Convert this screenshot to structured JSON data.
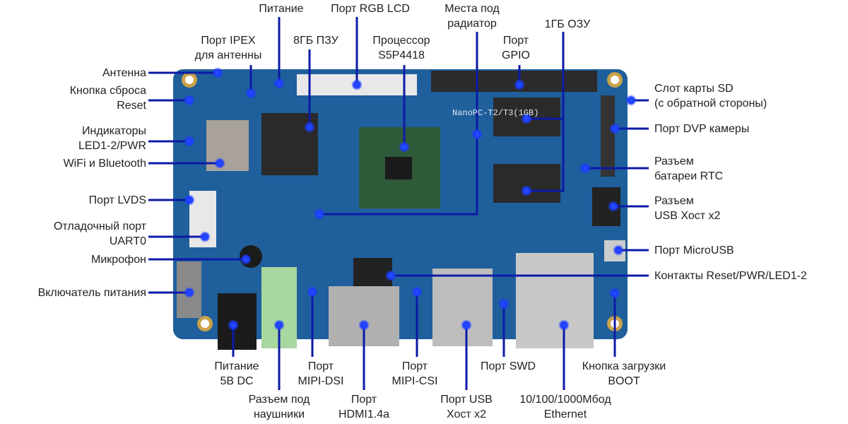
{
  "title": "NanoPC-T2/T3(1GB)",
  "colors": {
    "board": "#1f5f9c",
    "leader": "#0c1aa6",
    "dot": "#1a3cff"
  },
  "labels": {
    "antenna": {
      "l1": "Антенна"
    },
    "reset": {
      "l1": "Кнопка сброса",
      "l2": "Reset"
    },
    "leds": {
      "l1": "Индикаторы",
      "l2": "LED1-2/PWR"
    },
    "wifi": {
      "l1": "WiFi и Bluetooth"
    },
    "lvds": {
      "l1": "Порт LVDS"
    },
    "uart": {
      "l1": "Отладочный порт",
      "l2": "UART0"
    },
    "mic": {
      "l1": "Микрофон"
    },
    "power_switch": {
      "l1": "Включатель питания"
    },
    "power_top": {
      "l1": "Питание"
    },
    "rgb_lcd": {
      "l1": "Порт RGB LCD"
    },
    "ipex": {
      "l1": "Порт IPEX",
      "l2": "для антенны"
    },
    "emmc": {
      "l1": "8ГБ ПЗУ"
    },
    "cpu": {
      "l1": "Процессор",
      "l2": "S5P4418"
    },
    "heatsink": {
      "l1": "Места под",
      "l2": "радиатор"
    },
    "gpio": {
      "l1": "Порт",
      "l2": "GPIO"
    },
    "ram": {
      "l1": "1ГБ ОЗУ"
    },
    "sd": {
      "l1": "Слот карты SD",
      "l2": "(с обратной стороны)"
    },
    "dvp": {
      "l1": "Порт DVP камеры"
    },
    "rtc": {
      "l1": "Разъем",
      "l2": "батареи RTC"
    },
    "usb_header": {
      "l1": "Разъем",
      "l2": "USB Хост x2"
    },
    "microusb": {
      "l1": "Порт MicroUSB"
    },
    "contacts": {
      "l1": "Контакты Reset/PWR/LED1-2"
    },
    "boot": {
      "l1": "Кнопка загрузки",
      "l2": "BOOT"
    },
    "dc": {
      "l1": "Питание",
      "l2": "5В DC"
    },
    "audio": {
      "l1": "Разъем под",
      "l2": "наушники"
    },
    "dsi": {
      "l1": "Порт",
      "l2": "MIPI-DSI"
    },
    "hdmi": {
      "l1": "Порт",
      "l2": "HDMI1.4a"
    },
    "csi": {
      "l1": "Порт",
      "l2": "MIPI-CSI"
    },
    "usb": {
      "l1": "Порт USB",
      "l2": "Хост x2"
    },
    "swd": {
      "l1": "Порт SWD"
    },
    "eth": {
      "l1": "10/100/1000Мбод",
      "l2": "Ethernet"
    }
  }
}
